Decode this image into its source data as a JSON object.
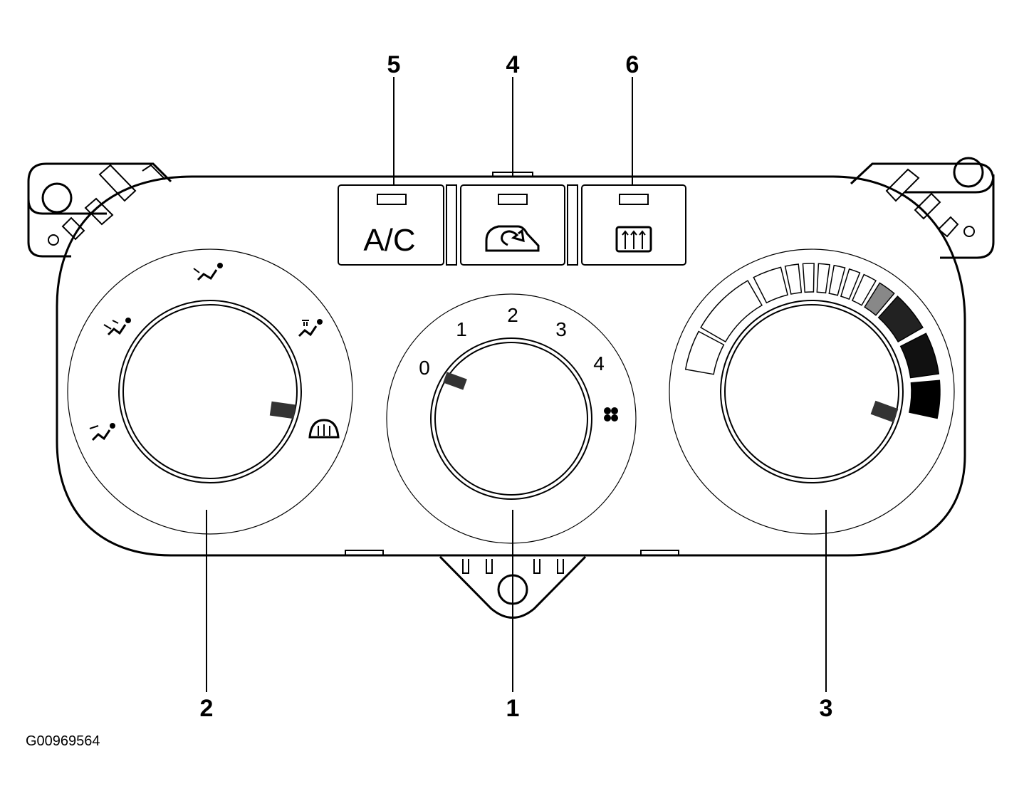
{
  "figure_id": "G00969564",
  "callouts": {
    "fan_knob": "1",
    "mode_knob": "2",
    "temp_knob": "3",
    "recirc_button": "4",
    "ac_button": "5",
    "rear_defrost_button": "6"
  },
  "buttons": {
    "ac_label": "A/C"
  },
  "fan_speeds": [
    "0",
    "1",
    "2",
    "3",
    "4"
  ],
  "mode_icons": [
    "vent-face-icon",
    "bilevel-icon",
    "floor-icon",
    "floor-defrost-icon",
    "windshield-defrost-icon"
  ],
  "icons": {
    "recirc": "recirculation-icon",
    "rear_defrost": "rear-defrost-icon",
    "fan_max": "fan-max-icon"
  }
}
